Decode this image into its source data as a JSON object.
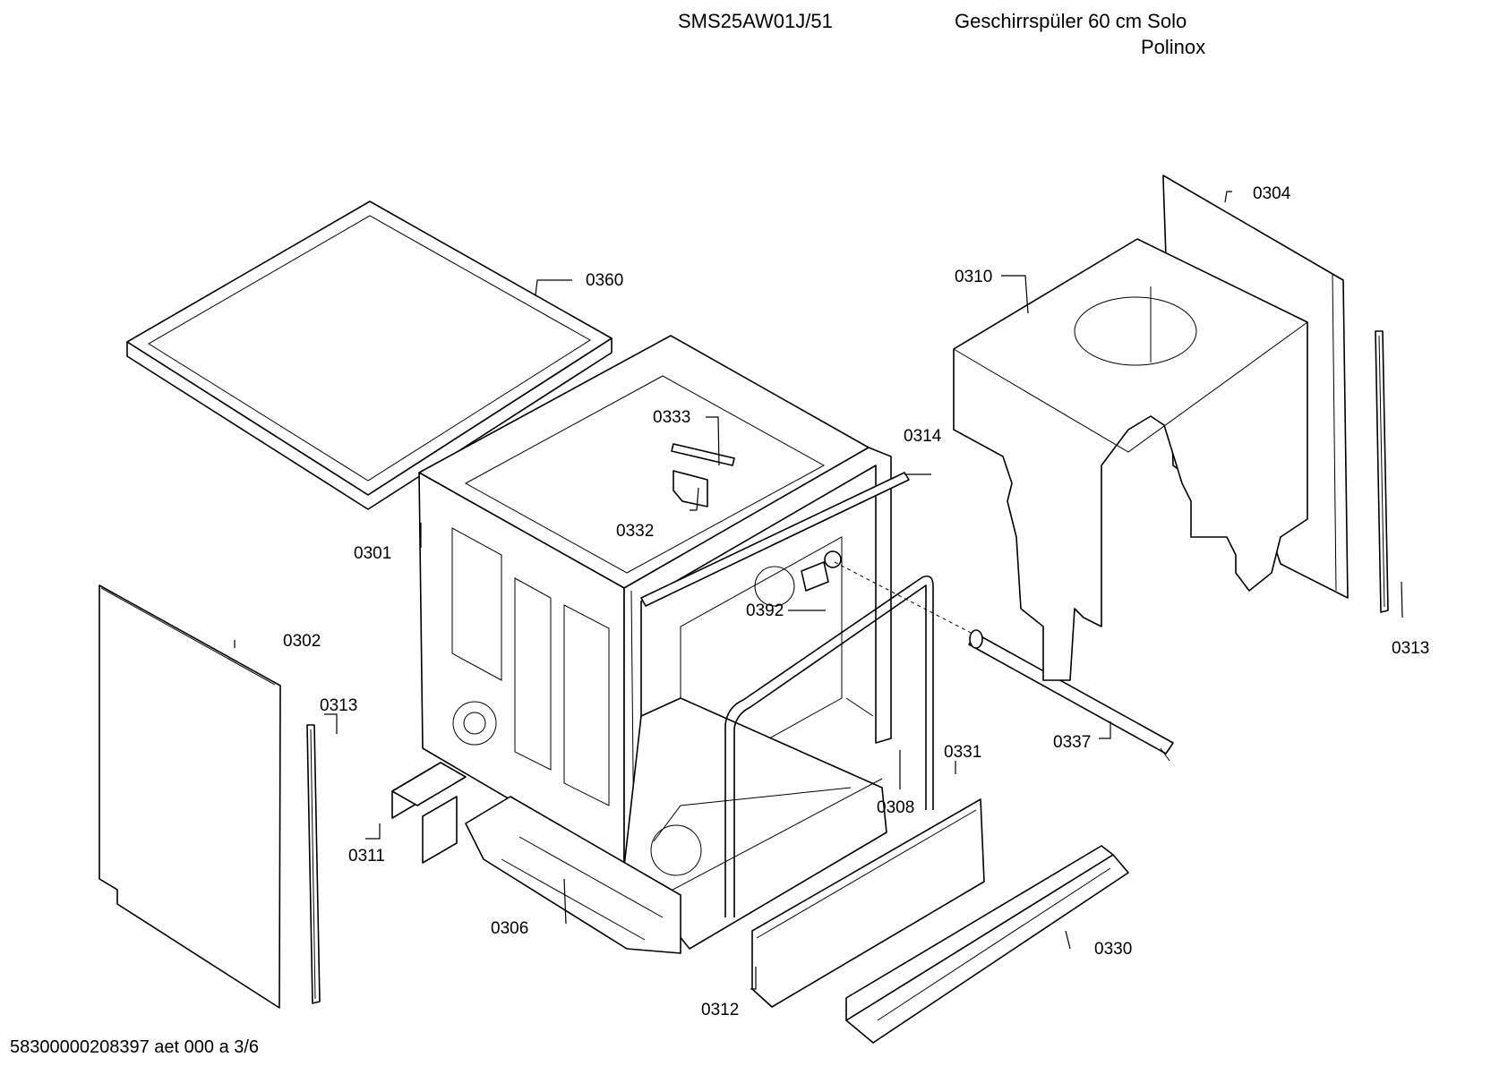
{
  "header": {
    "model": "SMS25AW01J/51",
    "description": "Geschirrspüler 60 cm Solo",
    "variant": "Polinox"
  },
  "footer": {
    "document_id": "58300000208397 aet 000 a 3/6"
  },
  "part_labels": {
    "p0304": "0304",
    "p0360": "0360",
    "p0310": "0310",
    "p0333": "0333",
    "p0314": "0314",
    "p0332": "0332",
    "p0301": "0301",
    "p0392": "0392",
    "p0302": "0302",
    "p0313_left": "0313",
    "p0313_right": "0313",
    "p0337": "0337",
    "p0331": "0331",
    "p0308": "0308",
    "p0311": "0311",
    "p0306": "0306",
    "p0330": "0330",
    "p0312": "0312"
  }
}
